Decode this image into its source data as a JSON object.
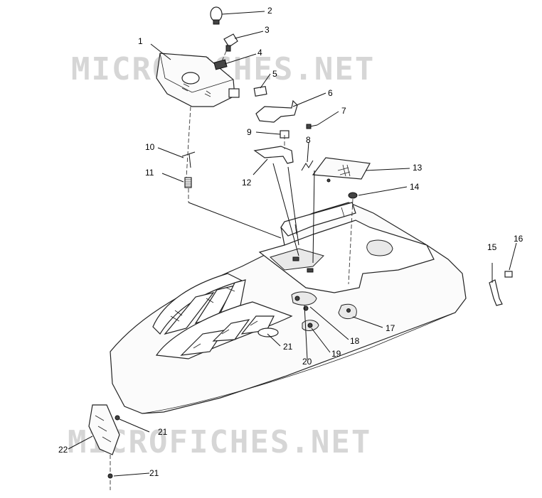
{
  "watermarks": [
    "MICROFICHES.NET",
    "MICROFICHES.NET"
  ],
  "callouts": {
    "c1": "1",
    "c2": "2",
    "c3": "3",
    "c4": "4",
    "c5": "5",
    "c6": "6",
    "c7": "7",
    "c8": "8",
    "c9": "9",
    "c10": "10",
    "c11": "11",
    "c12": "12",
    "c13": "13",
    "c14": "14",
    "c15": "15",
    "c16": "16",
    "c17": "17",
    "c18": "18",
    "c19": "19",
    "c20": "20",
    "c21a": "21",
    "c21b": "21",
    "c21c": "21",
    "c22": "22"
  },
  "colors": {
    "line": "#222222",
    "watermark": "#d6d6d6",
    "background": "#ffffff"
  }
}
